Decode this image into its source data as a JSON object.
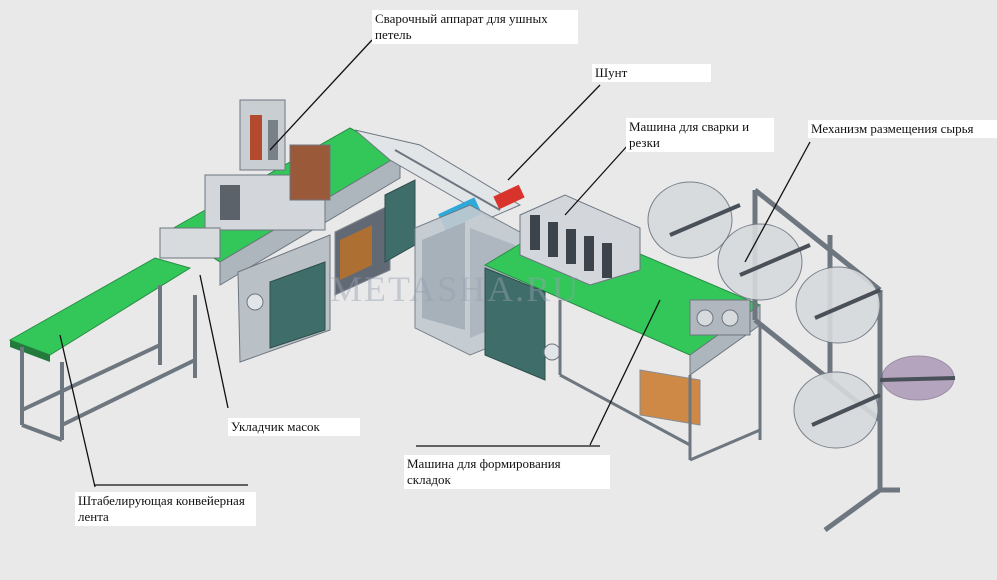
{
  "labels": {
    "ear_loop_welder": "Сварочный аппарат для ушных петель",
    "shunt": "Шунт",
    "weld_cut_machine": "Машина для сварки и резки",
    "material_mechanism": "Механизм размещения сырья",
    "mask_stacker": "Укладчик масок",
    "pleat_machine": "Машина для формирования складок",
    "stacking_conveyor": "Штабелирующая конвейерная лента"
  },
  "watermark": "METASHA.RU",
  "colors": {
    "background": "#e9e9e9",
    "frame": "#6e7680",
    "deck_green": "#33c75a",
    "panel_teal": "#3f6e6a",
    "panel_grey": "#aeb6bd",
    "accent_blue": "#2fa9d9",
    "accent_red": "#d9342b",
    "accent_orange": "#c8721e",
    "reel_purple": "#8a6d9c"
  }
}
